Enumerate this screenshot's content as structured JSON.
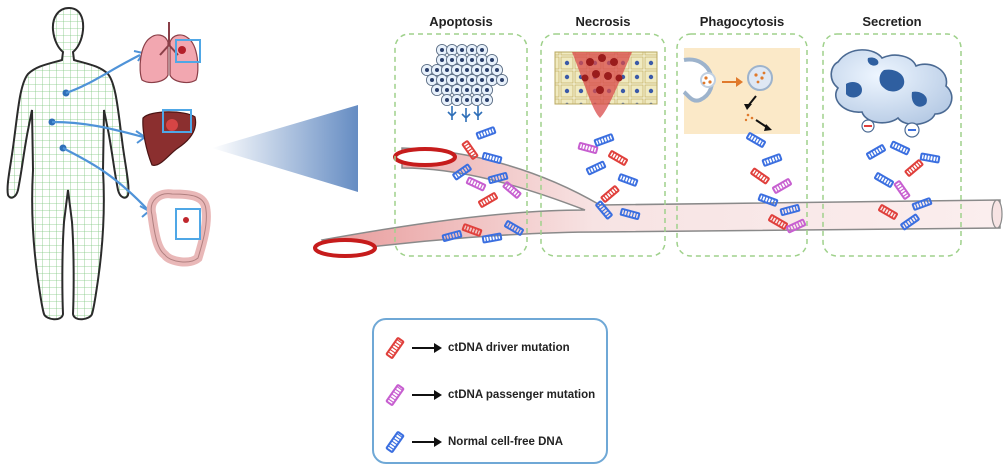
{
  "panels": [
    {
      "title": "Apoptosis"
    },
    {
      "title": "Necrosis"
    },
    {
      "title": "Phagocytosis"
    },
    {
      "title": "Secretion"
    }
  ],
  "legend": {
    "items": [
      {
        "label": "ctDNA driver mutation",
        "color": "#e0403c",
        "icon": "dna-fragment-red"
      },
      {
        "label": "ctDNA passenger mutation",
        "color": "#c75fd0",
        "icon": "dna-fragment-purple"
      },
      {
        "label": "Normal cell-free DNA",
        "color": "#3b6fe0",
        "icon": "dna-fragment-blue"
      }
    ],
    "border_color": "#6fa8d6"
  },
  "colors": {
    "vessel": "#f7e3e3",
    "vessel_stroke": "#9a9a9a",
    "blood": "#c61c1c",
    "panel_border": "#9fd18b",
    "body_grid": "#7fc77f",
    "organ_highlight": "#4fa7e6",
    "cell_fill": "#7fa8d8"
  }
}
